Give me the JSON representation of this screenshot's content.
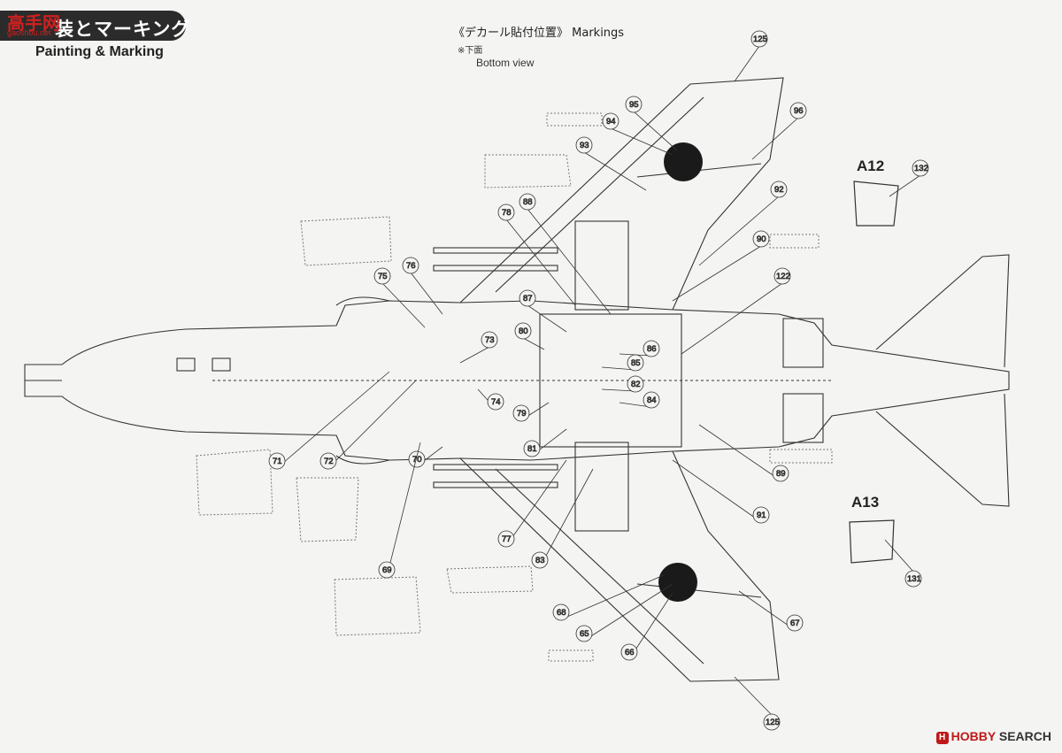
{
  "header": {
    "logo_text": "高手网",
    "logo_sub": "gaoshou.net",
    "title_jp": "装とマーキング",
    "title_en": "Painting & Marking"
  },
  "markings": {
    "title": "《デカール貼付位置》 Markings",
    "view_note": "※下面",
    "view_label": "Bottom view"
  },
  "parts": [
    {
      "id": "A12",
      "label": "A12"
    },
    {
      "id": "A13",
      "label": "A13"
    }
  ],
  "callouts": [
    "125",
    "94",
    "95",
    "96",
    "93",
    "92",
    "88",
    "78",
    "90",
    "122",
    "76",
    "75",
    "87",
    "73",
    "80",
    "86",
    "85",
    "82",
    "84",
    "74",
    "79",
    "81",
    "71",
    "72",
    "70",
    "89",
    "91",
    "77",
    "83",
    "69",
    "68",
    "65",
    "66",
    "67",
    "132",
    "131"
  ],
  "footer": {
    "brand_mark": "H",
    "brand_red": "HOBBY",
    "brand_rest": " SEARCH"
  }
}
